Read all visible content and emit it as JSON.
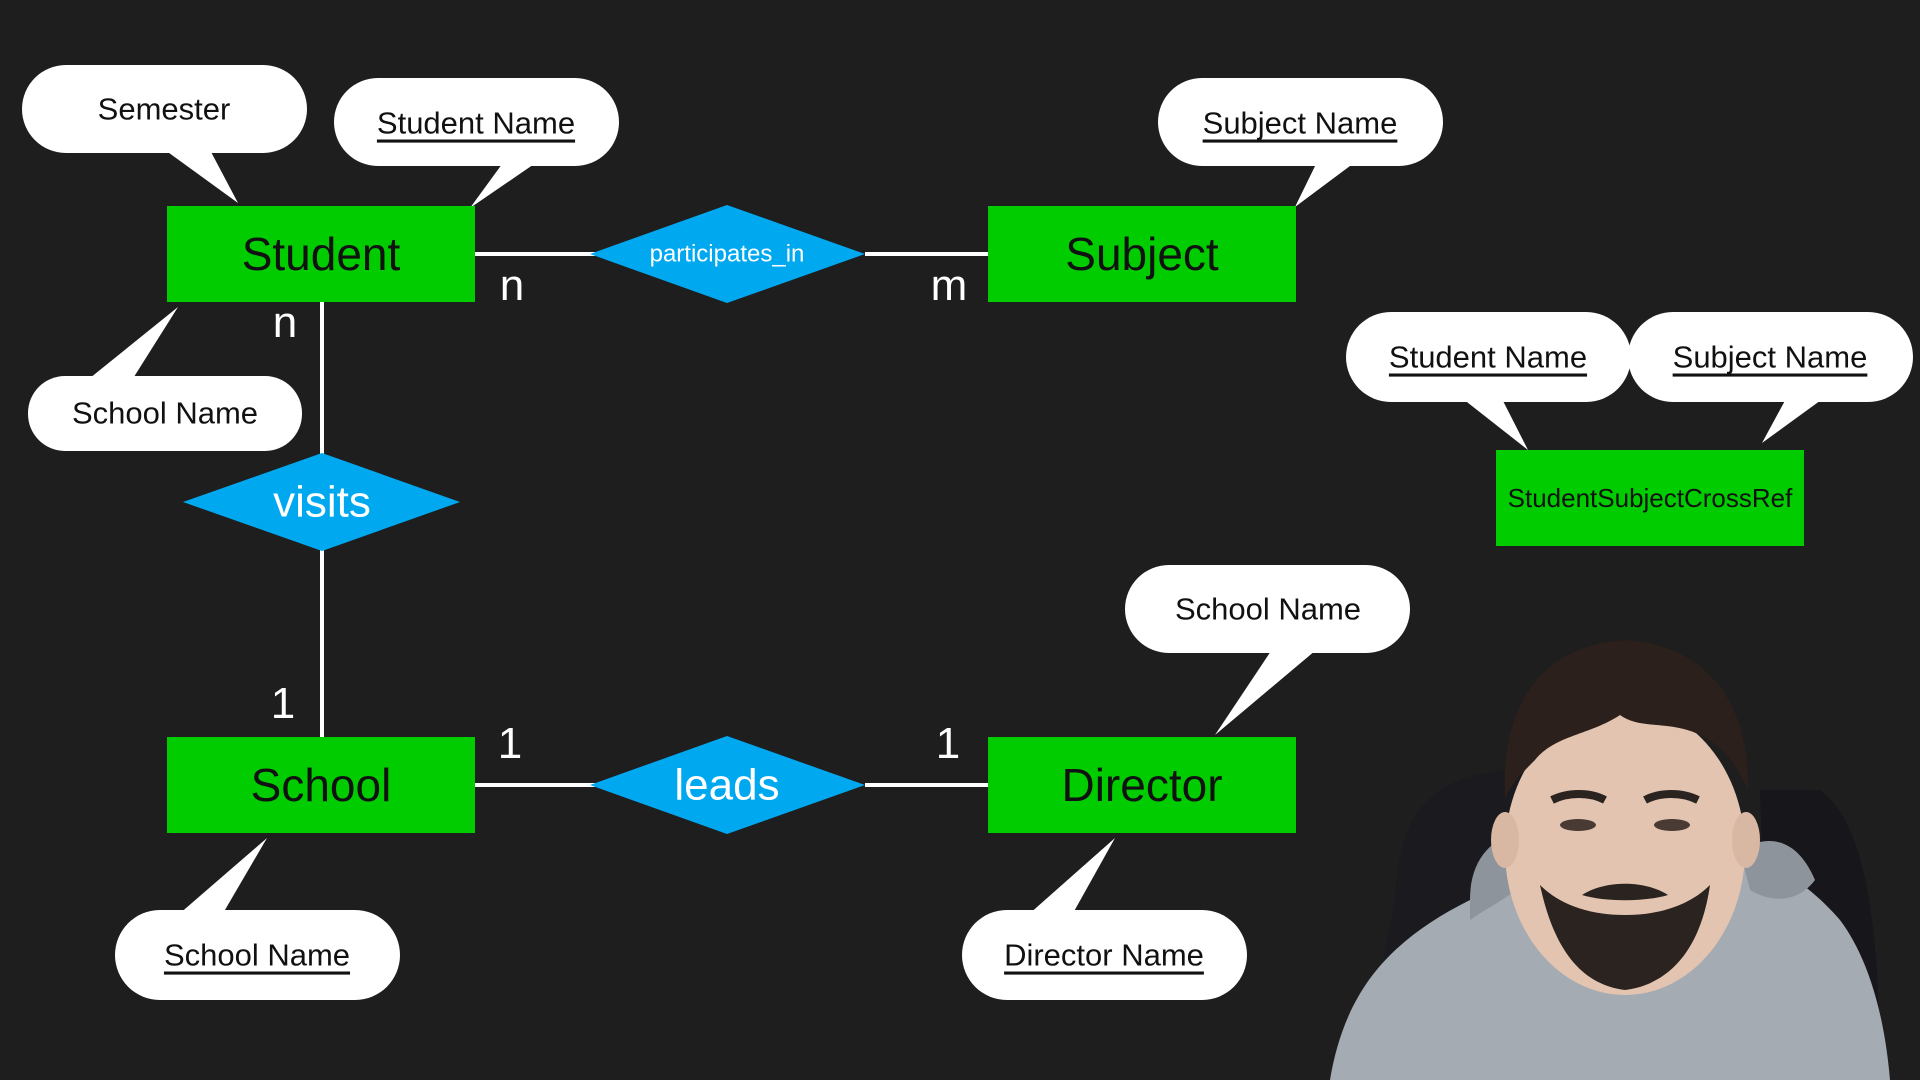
{
  "colors": {
    "background": "#1e1e1e",
    "entity": "#00cc00",
    "relationship": "#00a8f0",
    "attribute": "#ffffff",
    "line": "#ffffff"
  },
  "entities": {
    "student": "Student",
    "subject": "Subject",
    "school": "School",
    "director": "Director",
    "cross_ref": "StudentSubjectCrossRef"
  },
  "relationships": {
    "participates_in": "participates_in",
    "visits": "visits",
    "leads": "leads"
  },
  "attributes": {
    "student_semester": "Semester",
    "student_name": "Student Name",
    "student_school_name": "School Name",
    "subject_name": "Subject Name",
    "cross_ref_student_name": "Student Name",
    "cross_ref_subject_name": "Subject Name",
    "director_school_name": "School Name",
    "school_name": "School Name",
    "director_name": "Director Name"
  },
  "cardinalities": {
    "student_participates": "n",
    "subject_participates": "m",
    "student_visits": "n",
    "school_visits": "1",
    "school_leads": "1",
    "director_leads": "1"
  },
  "webcam": {
    "icon": "presenter-webcam"
  }
}
